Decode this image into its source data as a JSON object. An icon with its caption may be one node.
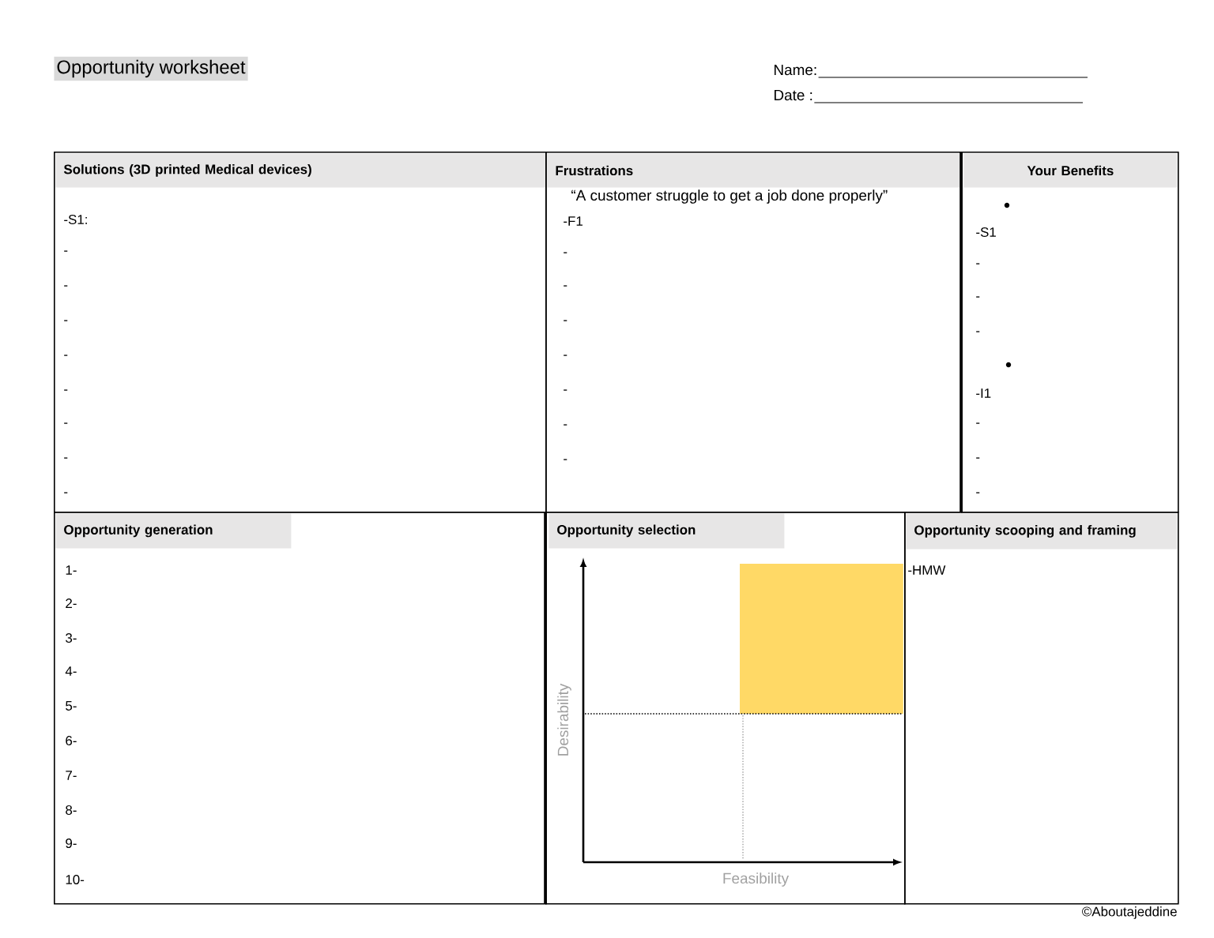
{
  "diagram": {
    "title": "Opportunity worksheet",
    "nodes": [
      {
        "text": [
          "Solutions (3D printed Medical devices)",
          "-S1:",
          "-",
          "-",
          "-",
          "-",
          "-",
          "-",
          "-",
          "-"
        ]
      },
      {
        "text": [
          "Frustrations",
          "“A customer struggle to get a job done properly”",
          "-F1",
          "-",
          "-",
          "-",
          "-",
          "-",
          "-",
          "-"
        ]
      },
      {
        "text": [
          "Your Benefits",
          "-S1",
          "-",
          "-",
          "-",
          "-I1",
          "-",
          "-",
          "-"
        ]
      },
      {
        "text": [
          "Opportunity generation",
          "1-",
          "2-",
          "3-",
          "4-",
          "5-",
          "6-",
          "7-",
          "8-",
          "9-",
          "10-"
        ]
      },
      {
        "text": [
          "Opportunity selection",
          "Desirability",
          "Feasibility"
        ]
      },
      {
        "text": [
          "Opportunity scooping and framing",
          "-HMW"
        ]
      }
    ],
    "labels": [
      "Name:",
      "Date :",
      "©Aboutajeddine"
    ]
  }
}
